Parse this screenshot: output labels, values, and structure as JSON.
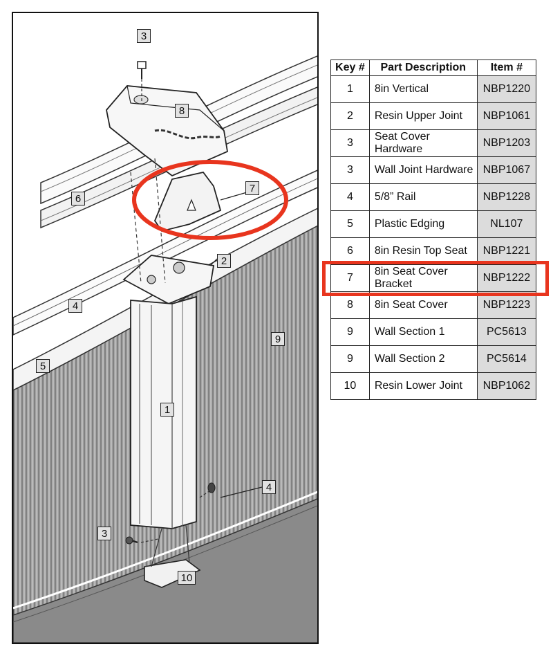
{
  "diagram": {
    "callouts": {
      "c3_top": "3",
      "c8": "8",
      "c6": "6",
      "c7": "7",
      "c2": "2",
      "c4_left": "4",
      "c9": "9",
      "c5": "5",
      "c1": "1",
      "c4_right": "4",
      "c3_bottom": "3",
      "c10": "10"
    },
    "colors": {
      "highlight": "#e8351e",
      "wall_fill": "#9a9a9a",
      "item_cell": "#dcdcdc"
    }
  },
  "parts_table": {
    "headers": [
      "Key #",
      "Part Description",
      "Item #"
    ],
    "rows": [
      {
        "key": "1",
        "desc": "8in Vertical",
        "item": "NBP1220"
      },
      {
        "key": "2",
        "desc": "Resin Upper Joint",
        "item": "NBP1061"
      },
      {
        "key": "3",
        "desc": "Seat Cover Hardware",
        "item": "NBP1203"
      },
      {
        "key": "3",
        "desc": "Wall Joint Hardware",
        "item": "NBP1067"
      },
      {
        "key": "4",
        "desc": "5/8” Rail",
        "item": "NBP1228"
      },
      {
        "key": "5",
        "desc": "Plastic Edging",
        "item": "NL107"
      },
      {
        "key": "6",
        "desc": "8in Resin Top Seat",
        "item": "NBP1221"
      },
      {
        "key": "7",
        "desc": "8in Seat Cover Bracket",
        "item": "NBP1222"
      },
      {
        "key": "8",
        "desc": "8in Seat Cover",
        "item": "NBP1223"
      },
      {
        "key": "9",
        "desc": "Wall Section 1",
        "item": "PC5613"
      },
      {
        "key": "9",
        "desc": "Wall Section 2",
        "item": "PC5614"
      },
      {
        "key": "10",
        "desc": "Resin Lower Joint",
        "item": "NBP1062"
      }
    ],
    "highlighted_row_key": "7"
  }
}
